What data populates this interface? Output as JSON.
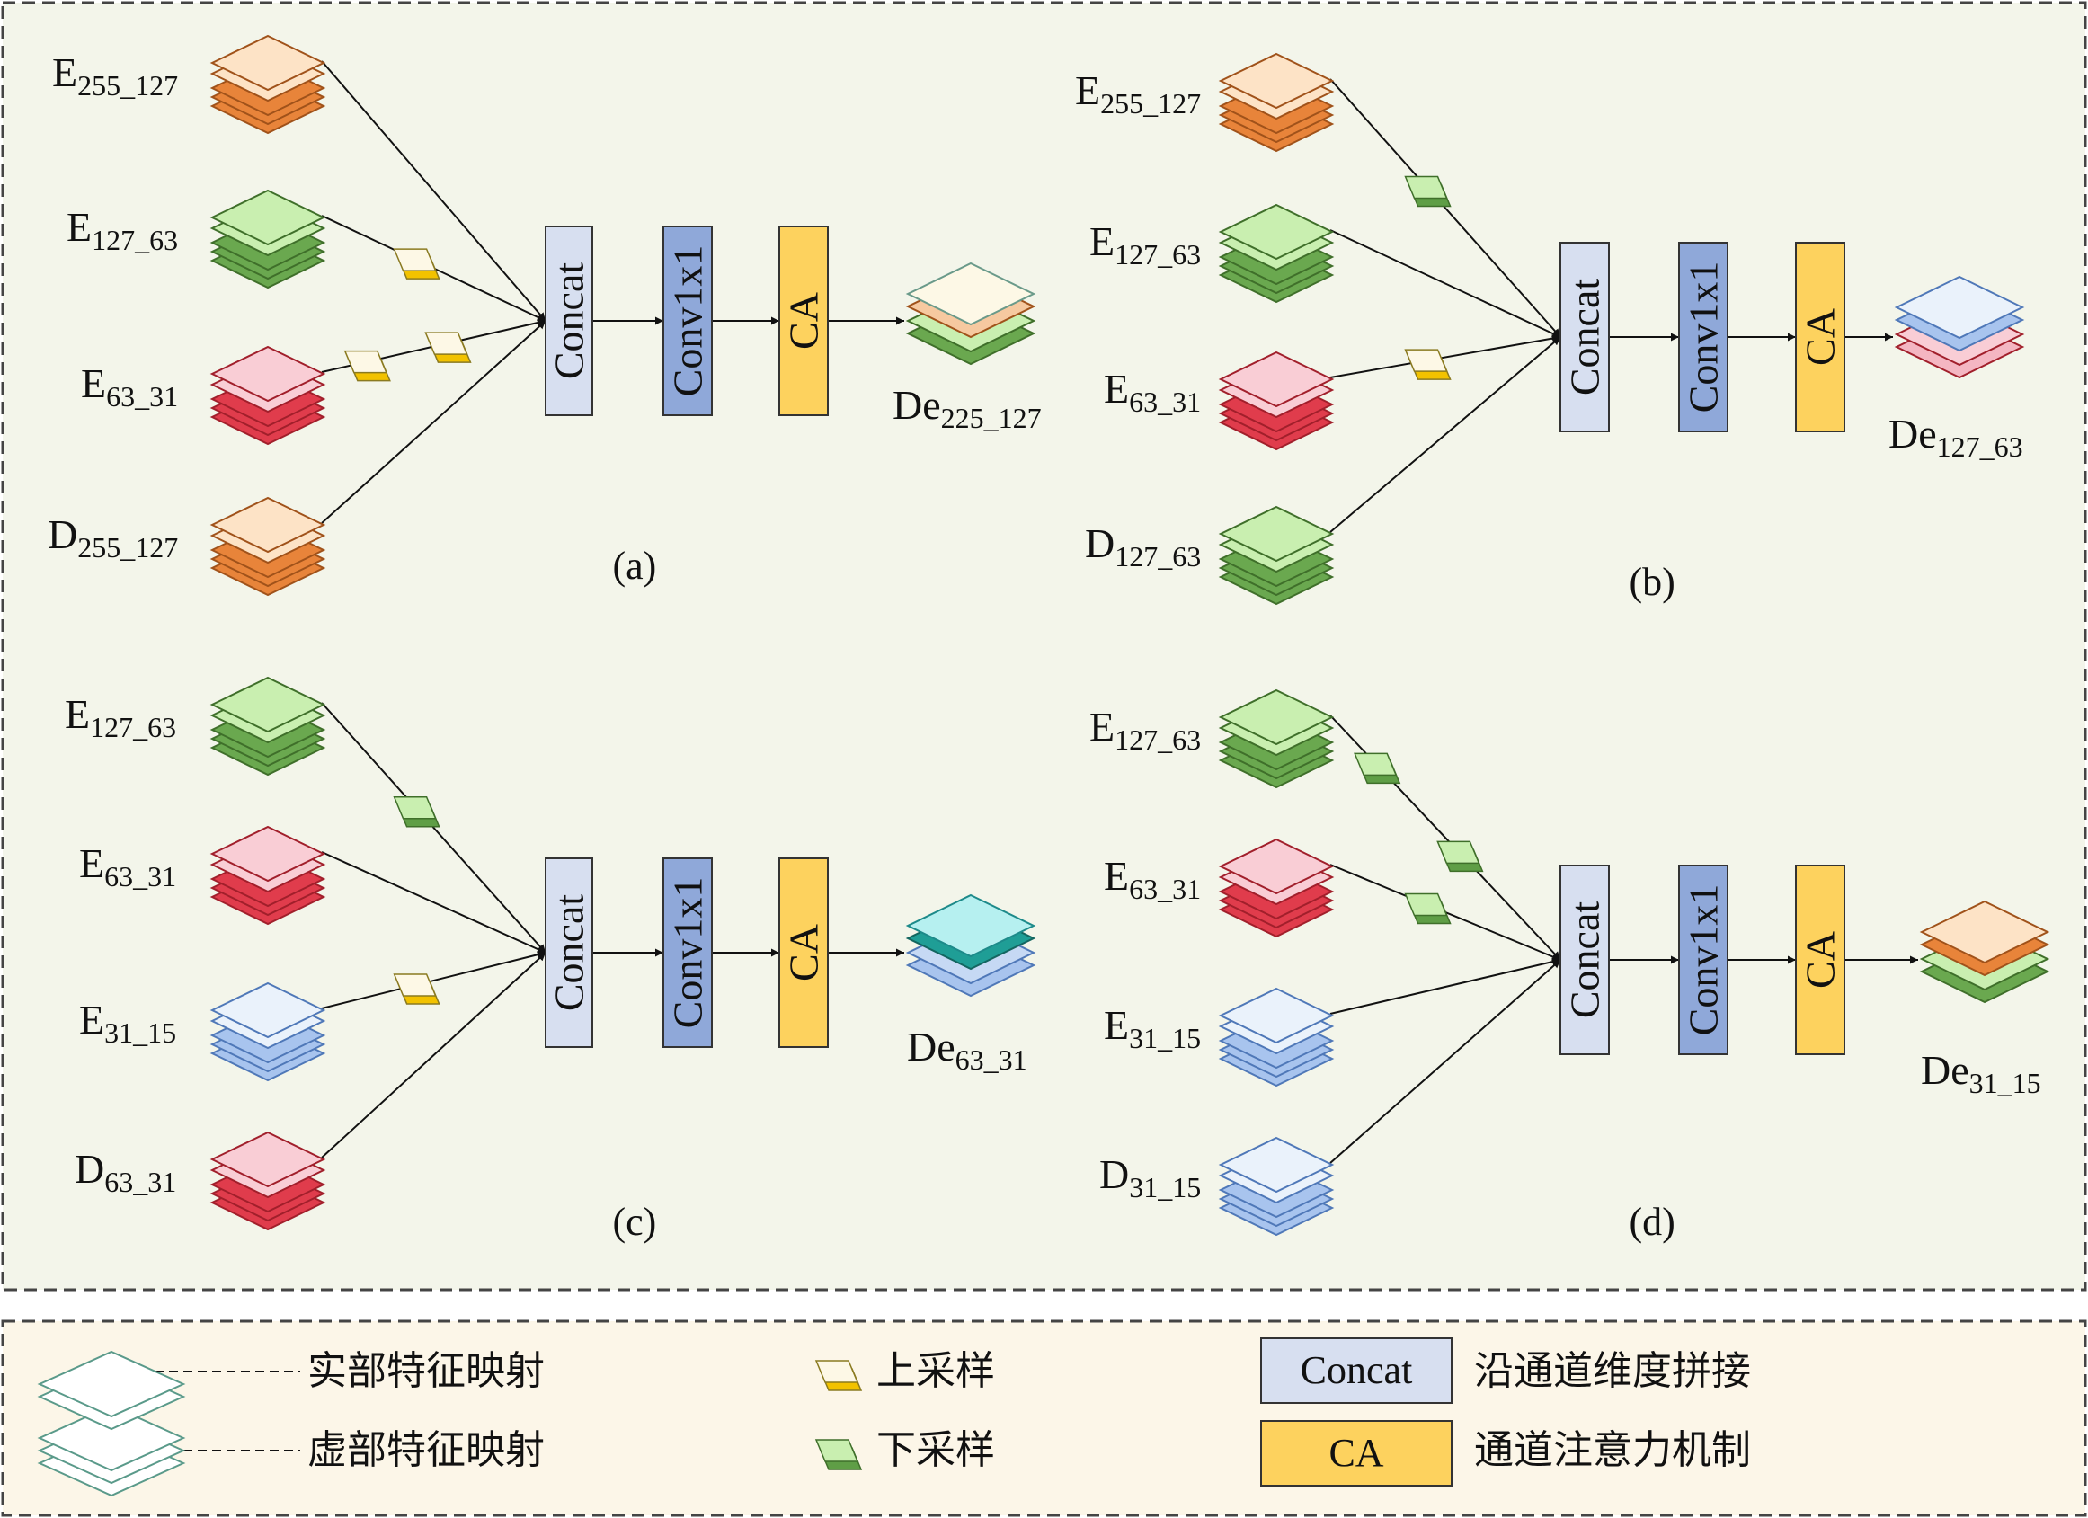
{
  "colors": {
    "panel_bg": "#f3f5ea",
    "legend_bg": "#fcf6e8",
    "concat": "#d7dff0",
    "conv": "#8fa8d9",
    "ca": "#fdd25e",
    "line": "#111111"
  },
  "blocks": {
    "concat": "Concat",
    "conv": "Conv1x1",
    "ca": "CA"
  },
  "panels": [
    {
      "id": "a",
      "caption": "(a)",
      "inputs": [
        {
          "main": "E",
          "sub": "255_127",
          "color": "orange",
          "path": []
        },
        {
          "main": "E",
          "sub": "127_63",
          "color": "green",
          "path": [
            "up"
          ]
        },
        {
          "main": "E",
          "sub": "63_31",
          "color": "red",
          "path": [
            "up",
            "up"
          ]
        },
        {
          "main": "D",
          "sub": "255_127",
          "color": "orange",
          "path": []
        }
      ],
      "output": {
        "main": "De",
        "sub": "225_127",
        "stack": [
          "cream",
          "peach",
          "lightgreen",
          "green"
        ]
      }
    },
    {
      "id": "b",
      "caption": "(b)",
      "inputs": [
        {
          "main": "E",
          "sub": "255_127",
          "color": "orange",
          "path": [
            "down"
          ]
        },
        {
          "main": "E",
          "sub": "127_63",
          "color": "green",
          "path": []
        },
        {
          "main": "E",
          "sub": "63_31",
          "color": "red",
          "path": [
            "up"
          ]
        },
        {
          "main": "D",
          "sub": "127_63",
          "color": "green",
          "path": []
        }
      ],
      "output": {
        "main": "De",
        "sub": "127_63",
        "stack": [
          "paleblue",
          "blue",
          "palepink",
          "pink"
        ]
      }
    },
    {
      "id": "c",
      "caption": "(c)",
      "inputs": [
        {
          "main": "E",
          "sub": "127_63",
          "color": "green",
          "path": [
            "down"
          ]
        },
        {
          "main": "E",
          "sub": "63_31",
          "color": "red",
          "path": []
        },
        {
          "main": "E",
          "sub": "31_15",
          "color": "blue",
          "path": [
            "up"
          ]
        },
        {
          "main": "D",
          "sub": "63_31",
          "color": "red",
          "path": []
        }
      ],
      "output": {
        "main": "De",
        "sub": "63_31",
        "stack": [
          "cyan",
          "teal",
          "lightblue",
          "blue"
        ]
      }
    },
    {
      "id": "d",
      "caption": "(d)",
      "inputs": [
        {
          "main": "E",
          "sub": "127_63",
          "color": "green",
          "path": [
            "down",
            "down"
          ]
        },
        {
          "main": "E",
          "sub": "63_31",
          "color": "red",
          "path": [
            "down"
          ]
        },
        {
          "main": "E",
          "sub": "31_15",
          "color": "blue",
          "path": []
        },
        {
          "main": "D",
          "sub": "31_15",
          "color": "blue",
          "path": []
        }
      ],
      "output": {
        "main": "De",
        "sub": "31_15",
        "stack": [
          "peach",
          "orange",
          "lightgreen",
          "green"
        ]
      }
    }
  ],
  "legend": {
    "real_feature": "实部特征映射",
    "imag_feature": "虚部特征映射",
    "upsample": "上采样",
    "downsample": "下采样",
    "concat_box": "Concat",
    "concat_desc": "沿通道维度拼接",
    "ca_box": "CA",
    "ca_desc": "通道注意力机制"
  }
}
